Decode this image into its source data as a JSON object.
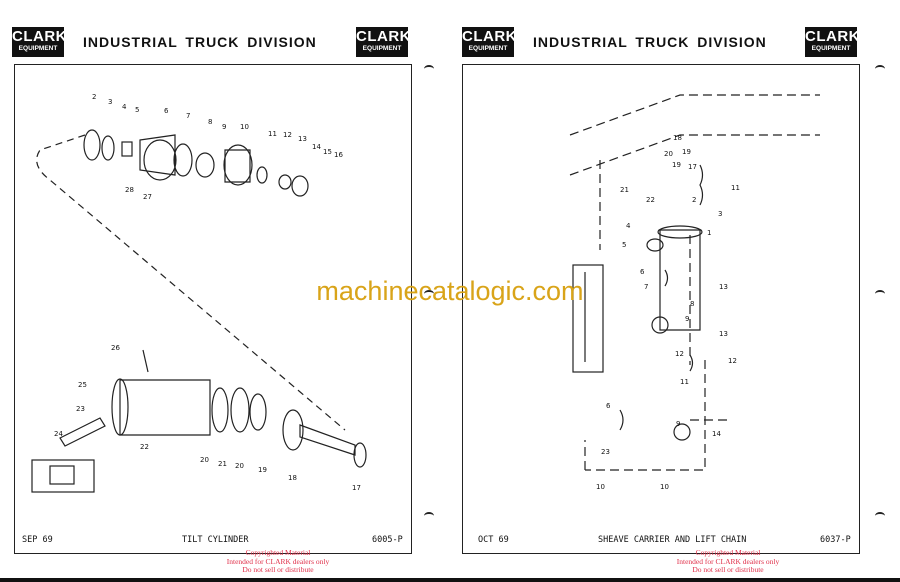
{
  "logo": {
    "line1": "CLARK",
    "line2": "EQUIPMENT"
  },
  "pages": [
    {
      "header": "INDUSTRIAL TRUCK DIVISION",
      "date": "SEP 69",
      "title": "TILT CYLINDER",
      "code": "6005-P",
      "callouts": [
        "2",
        "3",
        "4",
        "5",
        "6",
        "7",
        "8",
        "9",
        "10",
        "11",
        "12",
        "13",
        "14",
        "15",
        "16",
        "28",
        "27",
        "26",
        "25",
        "23",
        "24",
        "22",
        "20",
        "21",
        "20",
        "19",
        "18",
        "17"
      ]
    },
    {
      "header": "INDUSTRIAL TRUCK DIVISION",
      "date": "OCT 69",
      "title": "SHEAVE CARRIER AND LIFT CHAIN",
      "code": "6037-P",
      "callouts": [
        "18",
        "19",
        "20",
        "19",
        "17",
        "21",
        "11",
        "22",
        "2",
        "3",
        "4",
        "1",
        "5",
        "6",
        "7",
        "8",
        "13",
        "9",
        "13",
        "12",
        "12",
        "11",
        "6",
        "9",
        "14",
        "23",
        "10",
        "10"
      ]
    }
  ],
  "copyright": [
    "Copyrighted Material",
    "Intended for CLARK dealers only",
    "Do not sell or distribute"
  ],
  "watermark": "machinecatalogic.com"
}
